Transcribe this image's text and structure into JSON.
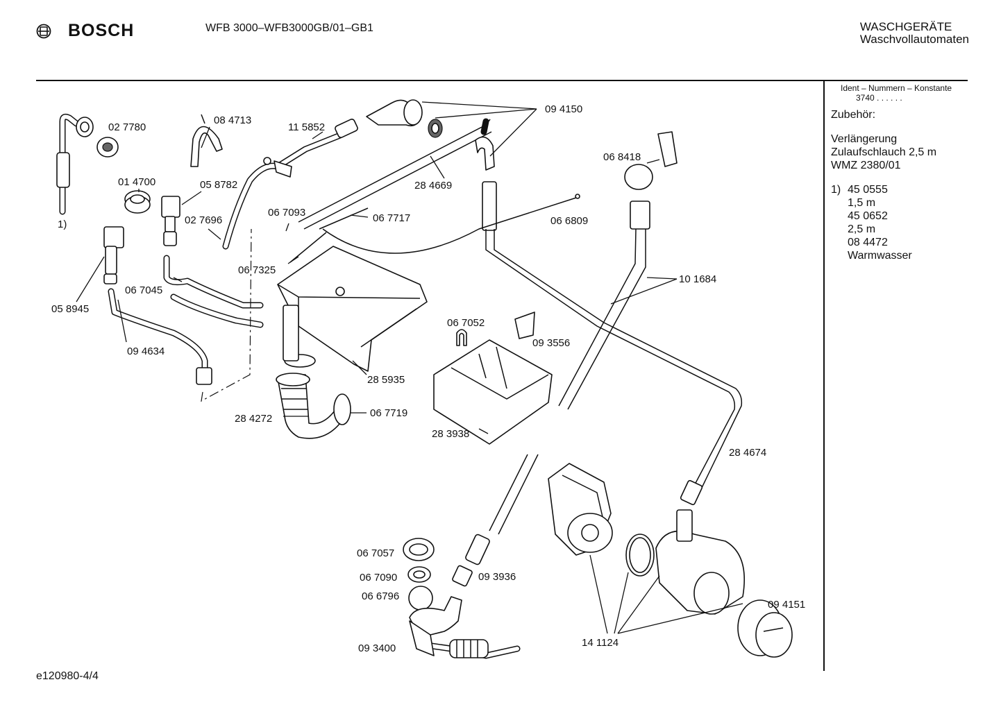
{
  "header": {
    "brand": "BOSCH",
    "model": "WFB 3000–WFB3000GB/01–GB1",
    "category_line1": "WASCHGERÄTE",
    "category_line2": "Waschvollautomaten"
  },
  "side_panel": {
    "ident_heading": "Ident – Nummern – Konstante",
    "ident_value": "3740 . . . . . .",
    "accessories_heading": "Zubehör:",
    "accessory_lines": [
      "Verlängerung",
      "Zulaufschlauch 2,5 m",
      "WMZ 2380/01"
    ],
    "note_marker": "1)",
    "note_lines": [
      "45 0555",
      "1,5 m",
      "45 0652",
      "2,5 m",
      "08 4472",
      "Warmwasser"
    ]
  },
  "footer": {
    "drawing_number": "e120980-4/4"
  },
  "labels": {
    "p027780": "02 7780",
    "p084713": "08 4713",
    "p115852": "11 5852",
    "p094150": "09 4150",
    "p014700": "01 4700",
    "p058782": "05 8782",
    "note1": "1)",
    "p027696": "02 7696",
    "p067093": "06 7093",
    "p067717": "06 7717",
    "p284669": "28 4669",
    "p066809": "06 6809",
    "p068418": "06 8418",
    "p067325": "06 7325",
    "p067045": "06 7045",
    "p058945": "05 8945",
    "p101684": "10 1684",
    "p067052": "06 7052",
    "p093556": "09 3556",
    "p094634": "09 4634",
    "p285935": "28 5935",
    "p284272": "28 4272",
    "p067719": "06 7719",
    "p283938": "28 3938",
    "p284674": "28 4674",
    "p067057": "06 7057",
    "p067090": "06 7090",
    "p066796": "06 6796",
    "p093936": "09 3936",
    "p093400": "09 3400",
    "p141124": "14 1124",
    "p094151": "09 4151"
  }
}
